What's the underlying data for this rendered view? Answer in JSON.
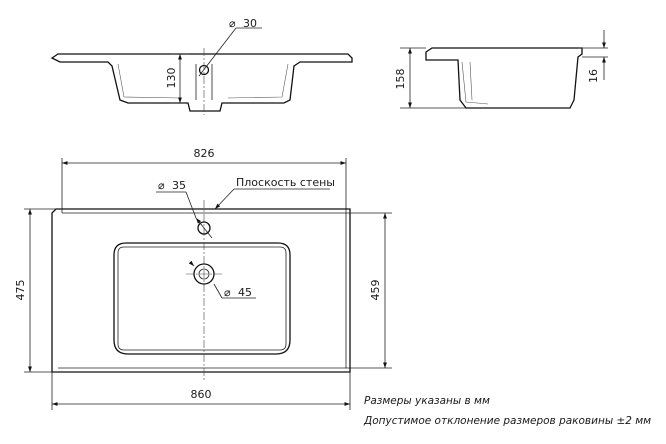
{
  "dimensions": {
    "top_view_hole_diameter": "30",
    "top_view_depth": "130",
    "side_view_height": "158",
    "side_view_rim": "16",
    "overall_width_top": "826",
    "overall_width_bottom": "860",
    "overall_depth_left": "475",
    "overall_depth_right": "459",
    "faucet_hole_diameter": "35",
    "drain_hole_diameter": "45"
  },
  "labels": {
    "wall_plane": "Плоскость стены"
  },
  "notes": {
    "units": "Размеры указаны в мм",
    "tolerance": "Допустимое отклонение размеров раковины ±2 мм"
  },
  "symbols": {
    "diameter": "⌀"
  }
}
